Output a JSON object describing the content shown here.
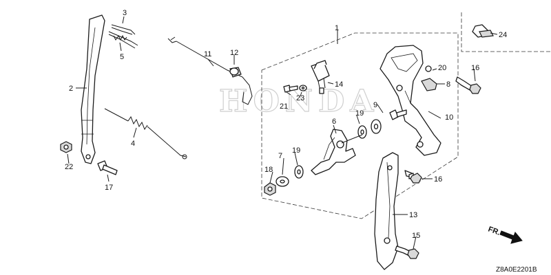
{
  "watermark": "HONDA",
  "diagram_code": "Z8A0E2201B",
  "direction_label": "FR.",
  "callouts": [
    "1",
    "2",
    "3",
    "4",
    "5",
    "6",
    "7",
    "8",
    "9",
    "10",
    "11",
    "12",
    "13",
    "14",
    "15",
    "16",
    "16",
    "17",
    "18",
    "19",
    "19",
    "20",
    "21",
    "22",
    "23",
    "24"
  ]
}
